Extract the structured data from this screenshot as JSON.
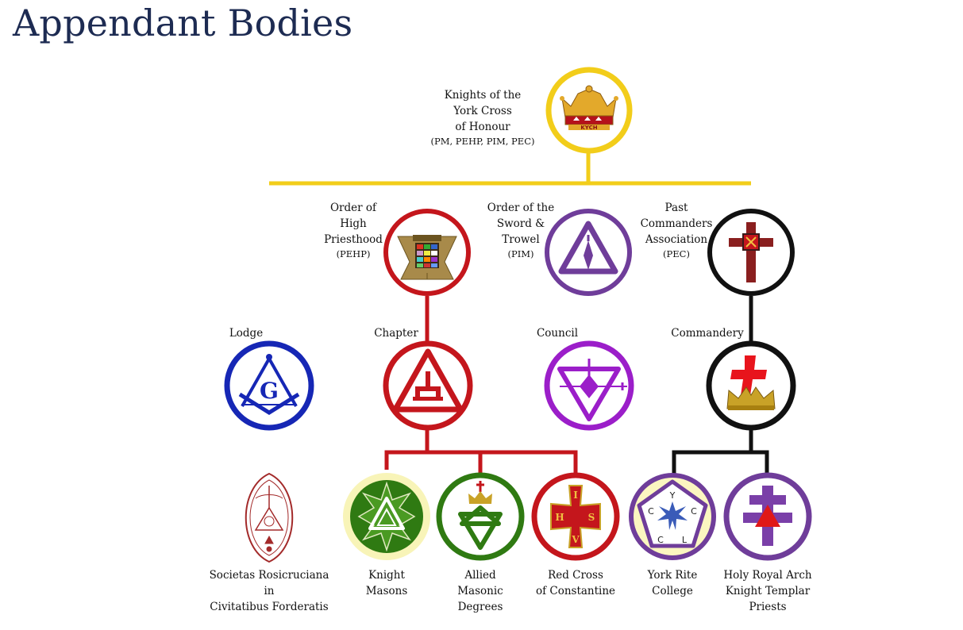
{
  "title": "Appendant Bodies",
  "colors": {
    "gold": "#f2cd1a",
    "red": "#c4161c",
    "purple": "#6f3d9a",
    "violet": "#9b1ec9",
    "black": "#111111",
    "blue": "#1627b5",
    "green": "#2f7a12",
    "maroon": "#a32a2a"
  },
  "nodes": {
    "kych": {
      "lines": [
        "Knights of the",
        "York Cross",
        "of Honour"
      ],
      "sub": "(PM, PEHP, PIM, PEC)",
      "emblem_text": "KYCH",
      "icon": "crown-icon"
    },
    "pehp": {
      "lines": [
        "Order of",
        "High",
        "Priesthood"
      ],
      "sub": "(PEHP)",
      "icon": "breastplate-icon"
    },
    "pim": {
      "lines": [
        "Order of the",
        "Sword &",
        "Trowel"
      ],
      "sub": "(PIM)",
      "icon": "triangle-trowel-icon"
    },
    "pec": {
      "lines": [
        "Past",
        "Commanders",
        "Association"
      ],
      "sub": "(PEC)",
      "icon": "cross-icon"
    },
    "lodge": {
      "lines": [
        "Lodge"
      ],
      "emblem_text": "G",
      "icon": "square-compass-icon"
    },
    "chapter": {
      "lines": [
        "Chapter"
      ],
      "icon": "triple-tau-icon"
    },
    "council": {
      "lines": [
        "Council"
      ],
      "icon": "council-triangle-icon"
    },
    "commandery": {
      "lines": [
        "Commandery"
      ],
      "icon": "cross-crown-icon"
    },
    "sric": {
      "lines": [
        "Societas Rosicruciana",
        "in",
        "Civitatibus Forderatis"
      ],
      "icon": "rosicrucian-seal-icon"
    },
    "km": {
      "lines": [
        "Knight",
        "Masons"
      ],
      "icon": "star-triangle-icon"
    },
    "amd": {
      "lines": [
        "Allied",
        "Masonic",
        "Degrees"
      ],
      "icon": "crown-triangle-icon"
    },
    "rcc": {
      "lines": [
        "Red Cross",
        "of Constantine"
      ],
      "emblem_letters": [
        "I",
        "H",
        "S",
        "V"
      ],
      "icon": "ihsv-cross-icon"
    },
    "yrc": {
      "lines": [
        "York Rite",
        "College"
      ],
      "emblem_letters": [
        "Y",
        "C",
        "C",
        "L",
        "C"
      ],
      "icon": "pentagon-star-icon"
    },
    "hrap": {
      "lines": [
        "Holy Royal Arch",
        "Knight Templar",
        "Priests"
      ],
      "icon": "patriarchal-cross-icon"
    }
  }
}
